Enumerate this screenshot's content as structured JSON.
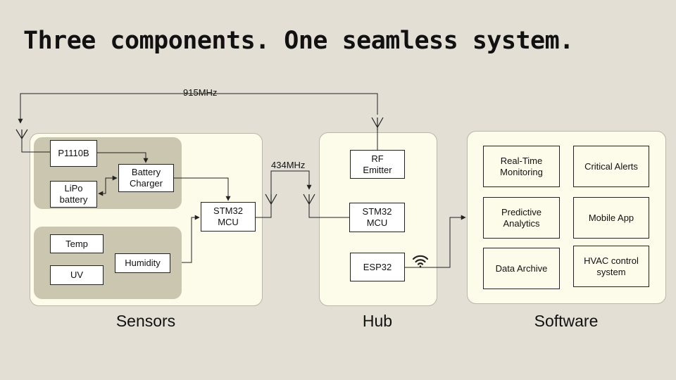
{
  "title": "Three components. One seamless system.",
  "frequencies": {
    "long_range": "915MHz",
    "short_range": "434MHz"
  },
  "sections": {
    "sensors": "Sensors",
    "hub": "Hub",
    "software": "Software"
  },
  "sensors": {
    "p1110b": "P1110B",
    "battery_charger": "Battery\nCharger",
    "lipo_battery": "LiPo\nbattery",
    "temp": "Temp",
    "uv": "UV",
    "humidity": "Humidity",
    "mcu": "STM32\nMCU"
  },
  "hub": {
    "rf_emitter": "RF\nEmitter",
    "mcu": "STM32\nMCU",
    "esp32": "ESP32"
  },
  "software": {
    "realtime": "Real-Time\nMonitoring",
    "alerts": "Critical Alerts",
    "predictive": "Predictive\nAnalytics",
    "mobile": "Mobile App",
    "archive": "Data Archive",
    "hvac": "HVAC control\nsystem"
  },
  "icons": [
    "antenna-icon",
    "wifi-icon"
  ]
}
